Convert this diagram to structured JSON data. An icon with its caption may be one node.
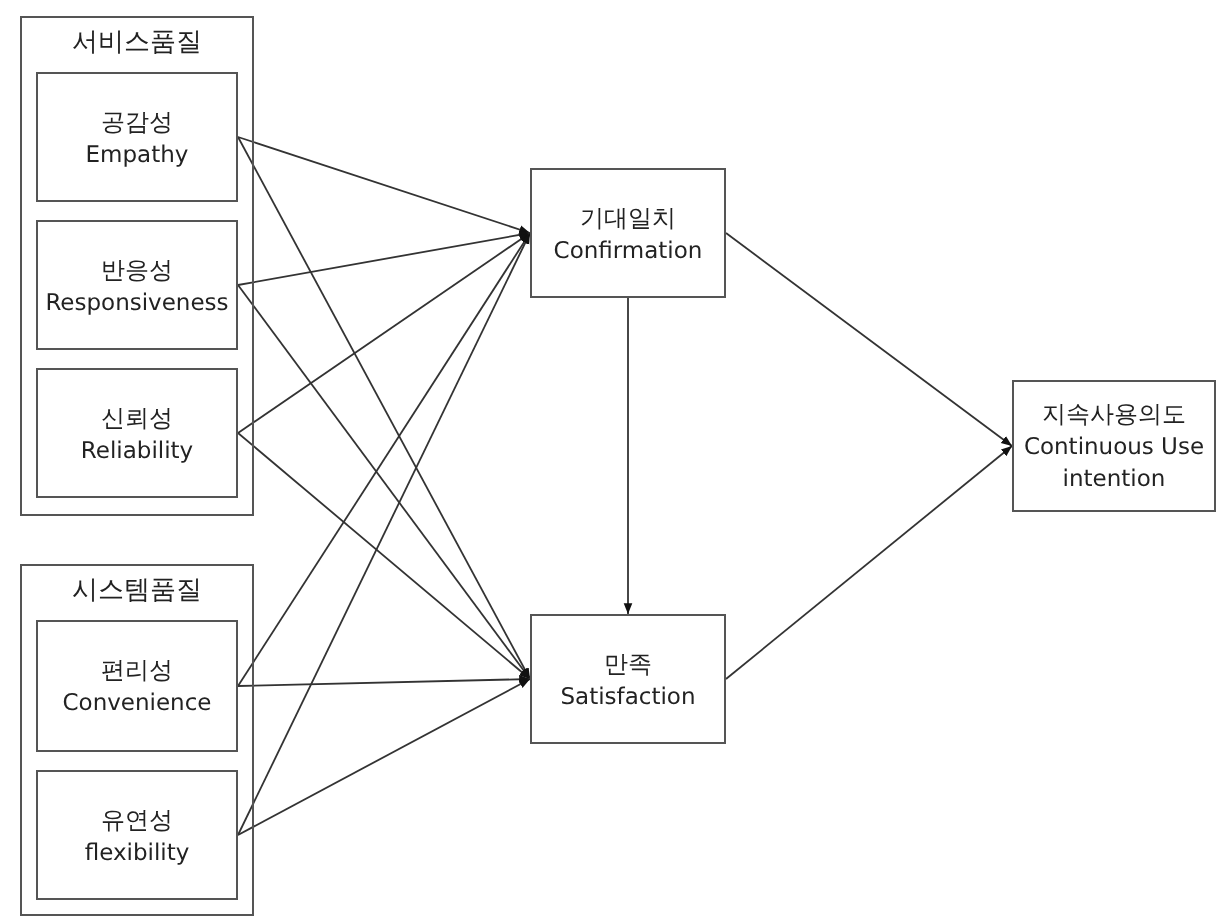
{
  "diagram": {
    "nodes": [
      {
        "text": [
          "서비스품질"
        ]
      },
      {
        "text": [
          "공감성",
          "Empathy"
        ],
        "in": 0
      },
      {
        "text": [
          "반응성",
          "Responsiveness"
        ],
        "in": 0
      },
      {
        "text": [
          "신뢰성",
          "Reliability"
        ],
        "in": 0
      },
      {
        "text": [
          "시스템품질"
        ]
      },
      {
        "text": [
          "편리성",
          "Convenience"
        ],
        "in": 4
      },
      {
        "text": [
          "유연성",
          "flexibility"
        ],
        "in": 4
      },
      {
        "text": [
          "기대일치",
          "Confirmation"
        ]
      },
      {
        "text": [
          "만족",
          "Satisfaction"
        ]
      },
      {
        "text": [
          "지속사용의도",
          "Continuous Use intention"
        ]
      }
    ],
    "edges": [
      {
        "from": 1,
        "to": 7,
        "arrow": "to"
      },
      {
        "from": 1,
        "to": 8,
        "arrow": "to"
      },
      {
        "from": 2,
        "to": 7,
        "arrow": "to"
      },
      {
        "from": 2,
        "to": 8,
        "arrow": "to"
      },
      {
        "from": 3,
        "to": 7,
        "arrow": "to"
      },
      {
        "from": 3,
        "to": 8,
        "arrow": "to"
      },
      {
        "from": 5,
        "to": 7,
        "arrow": "to"
      },
      {
        "from": 5,
        "to": 8,
        "arrow": "to"
      },
      {
        "from": 6,
        "to": 7,
        "arrow": "to"
      },
      {
        "from": 6,
        "to": 8,
        "arrow": "to"
      },
      {
        "from": 7,
        "to": 8,
        "arrow": "to"
      },
      {
        "from": 7,
        "to": 9,
        "arrow": "to"
      },
      {
        "from": 8,
        "to": 9,
        "arrow": "to"
      }
    ]
  }
}
